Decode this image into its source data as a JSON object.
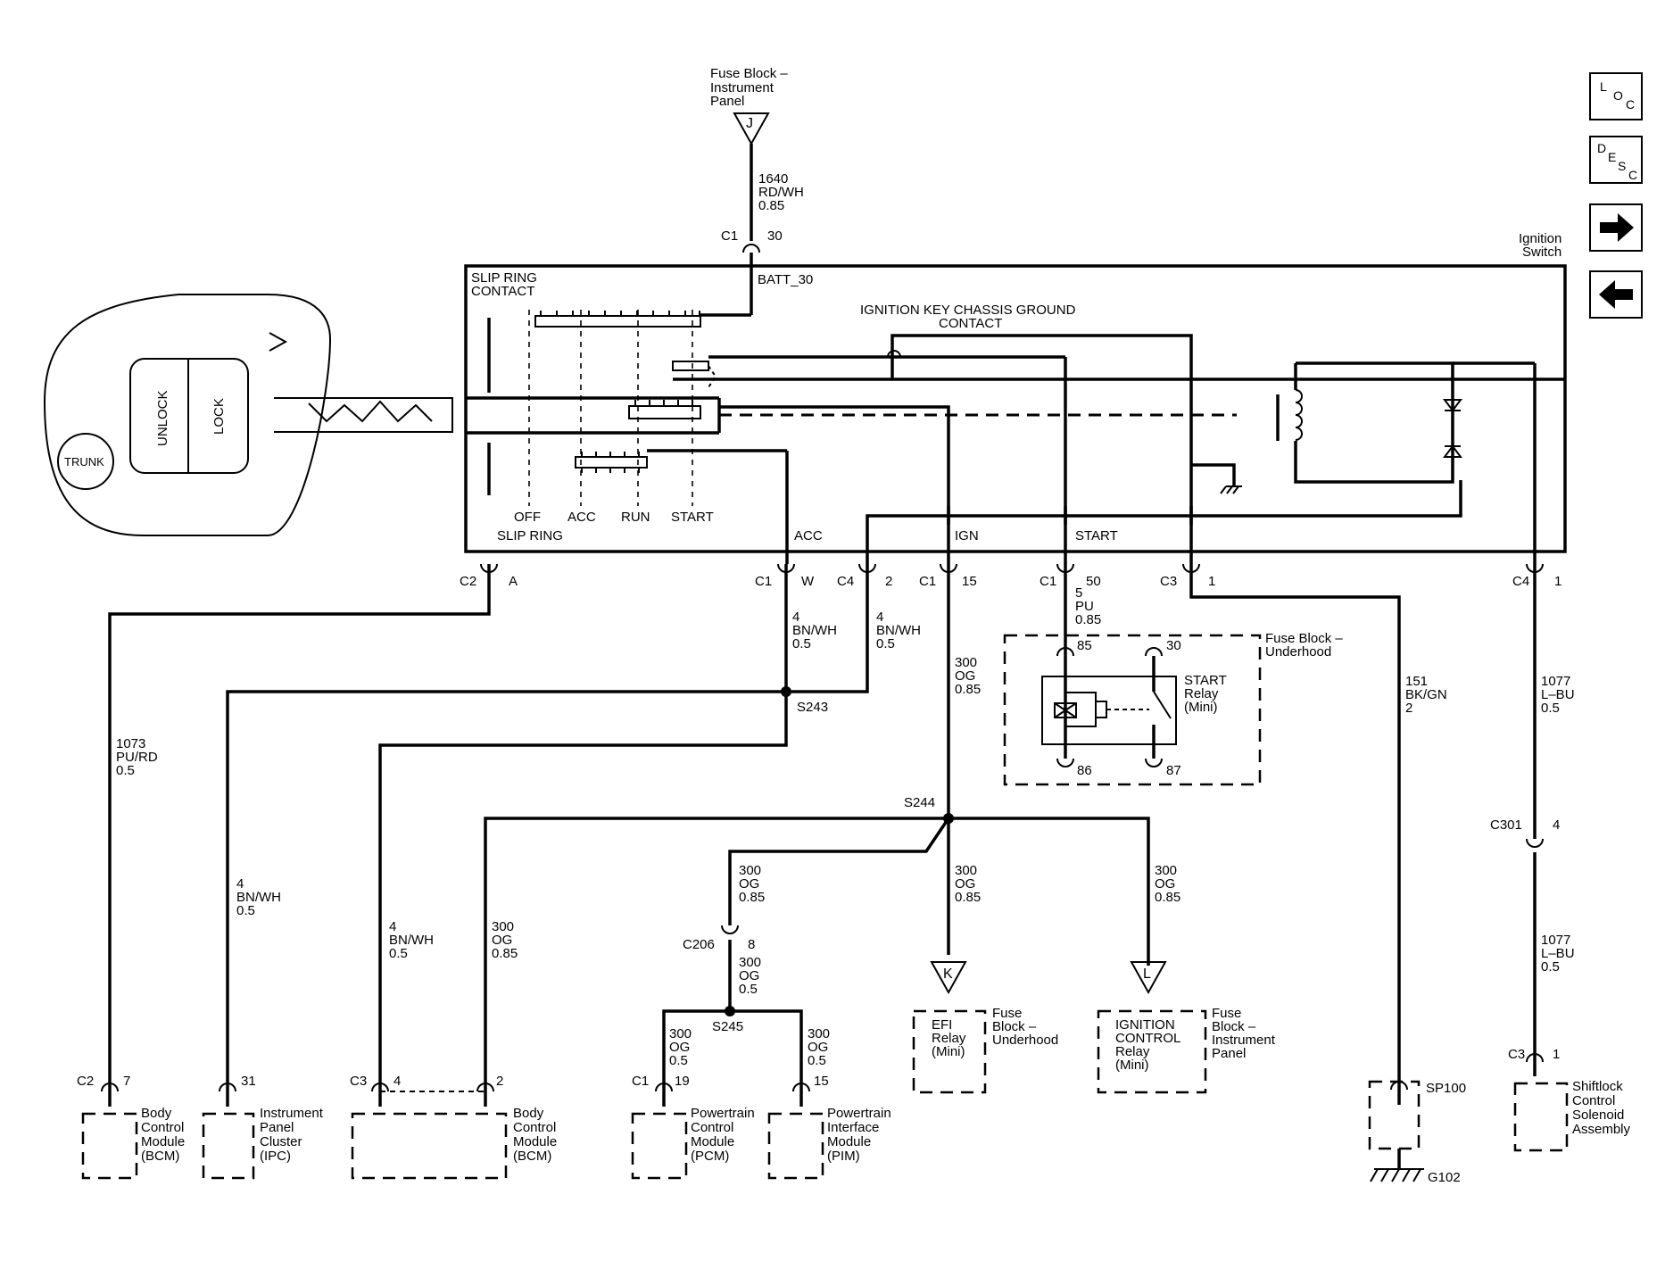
{
  "fuse_ip_top": {
    "line1": "Fuse Block –",
    "line2": "Instrument",
    "line3": "Panel",
    "connector": "J"
  },
  "batt_wire": {
    "circuit": "1640",
    "color": "RD/WH",
    "size": "0.85",
    "conn": "C1",
    "pin": "30"
  },
  "ign_switch": {
    "line1": "Ignition",
    "line2": "Switch"
  },
  "slip_ring_contact": {
    "line1": "SLIP RING",
    "line2": "CONTACT"
  },
  "batt30": "BATT_30",
  "ground_contact": {
    "line1": "IGNITION KEY CHASSIS GROUND",
    "line2": "CONTACT"
  },
  "key_buttons": {
    "unlock": "UNLOCK",
    "lock": "LOCK",
    "trunk": "TRUNK"
  },
  "positions": [
    "OFF",
    "ACC",
    "RUN",
    "START"
  ],
  "terminals": {
    "slip_ring": "SLIP RING",
    "acc": "ACC",
    "ign": "IGN",
    "start": "START"
  },
  "nav": {
    "loc": [
      "L",
      "O",
      "C"
    ],
    "desc": [
      "D",
      "E",
      "S",
      "C"
    ],
    "forward": "→",
    "back": "←"
  },
  "connectors": [
    {
      "conn": "C2",
      "pin": "A"
    },
    {
      "conn": "C1",
      "pin": "W"
    },
    {
      "conn": "C4",
      "pin": "2"
    },
    {
      "conn": "C1",
      "pin": "15"
    },
    {
      "conn": "C1",
      "pin": "50"
    },
    {
      "conn": "C3",
      "pin": "1"
    },
    {
      "conn": "C4",
      "pin": "1"
    }
  ],
  "wires": {
    "w1073": [
      "1073",
      "PU/RD",
      "0.5"
    ],
    "w_acc": [
      "4",
      "BN/WH",
      "0.5"
    ],
    "w_c4_2": [
      "4",
      "BN/WH",
      "0.5"
    ],
    "w_ign": [
      "300",
      "OG",
      "0.85"
    ],
    "w_start": [
      "5",
      "PU",
      "0.85"
    ],
    "w151": [
      "151",
      "BK/GN",
      "2"
    ],
    "w1077a": [
      "1077",
      "L–BU",
      "0.5"
    ],
    "w1077b": [
      "1077",
      "L–BU",
      "0.5"
    ],
    "w_ipc": [
      "4",
      "BN/WH",
      "0.5"
    ],
    "w_bcm4": [
      "4",
      "BN/WH",
      "0.5"
    ],
    "w_bcm2": [
      "300",
      "OG",
      "0.85"
    ],
    "w_c206a": [
      "300",
      "OG",
      "0.85"
    ],
    "w_c206b": [
      "300",
      "OG",
      "0.5"
    ],
    "w_efi": [
      "300",
      "OG",
      "0.85"
    ],
    "w_l": [
      "300",
      "OG",
      "0.85"
    ],
    "w_pcm": [
      "300",
      "OG",
      "0.5"
    ],
    "w_pim": [
      "300",
      "OG",
      "0.5"
    ]
  },
  "splices": {
    "s243": "S243",
    "s244": "S244",
    "s245": "S245"
  },
  "start_relay": {
    "box_line1": "Fuse Block –",
    "box_line2": "Underhood",
    "pin85": "85",
    "pin30": "30",
    "pin86": "86",
    "pin87": "87",
    "name1": "START",
    "name2": "Relay",
    "name3": "(Mini)"
  },
  "c301": {
    "conn": "C301",
    "pin": "4"
  },
  "c206": {
    "conn": "C206",
    "pin": "8"
  },
  "ref_k": "K",
  "ref_l": "L",
  "efi": {
    "l1": "EFI",
    "l2": "Relay",
    "l3": "(Mini)",
    "f1": "Fuse",
    "f2": "Block –",
    "f3": "Underhood"
  },
  "ign_ctrl": {
    "l1": "IGNITION",
    "l2": "CONTROL",
    "l3": "Relay",
    "l4": "(Mini)",
    "f1": "Fuse",
    "f2": "Block –",
    "f3": "Instrument",
    "f4": "Panel"
  },
  "bottom_conns": {
    "bcm1": {
      "conn": "C2",
      "pin": "7"
    },
    "ipc": {
      "pin": "31"
    },
    "bcm2": {
      "conn": "C3",
      "pin1": "4",
      "pin2": "2"
    },
    "pcm": {
      "conn": "C1",
      "pin": "19"
    },
    "pim": {
      "pin": "15"
    },
    "sp100": "SP100",
    "g102": "G102",
    "shift": {
      "conn": "C3",
      "pin": "1"
    }
  },
  "modules": {
    "bcm1": [
      "Body",
      "Control",
      "Module",
      "(BCM)"
    ],
    "ipc": [
      "Instrument",
      "Panel",
      "Cluster",
      "(IPC)"
    ],
    "bcm2": [
      "Body",
      "Control",
      "Module",
      "(BCM)"
    ],
    "pcm": [
      "Powertrain",
      "Control",
      "Module",
      "(PCM)"
    ],
    "pim": [
      "Powertrain",
      "Interface",
      "Module",
      "(PIM)"
    ],
    "shift": [
      "Shiftlock",
      "Control",
      "Solenoid",
      "Assembly"
    ]
  }
}
